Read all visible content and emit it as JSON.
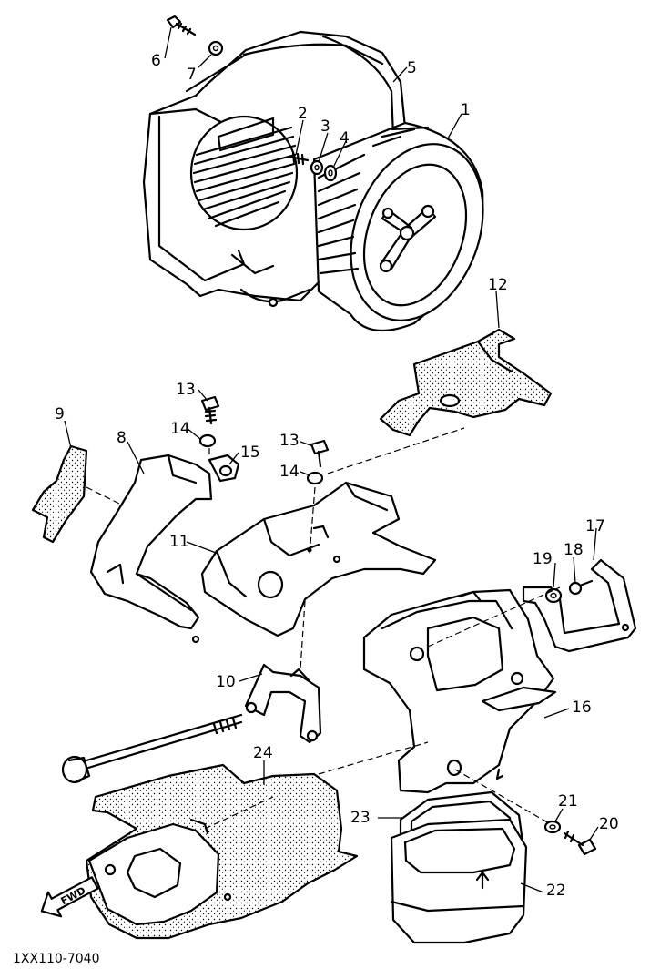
{
  "diagram": {
    "part_labels": {
      "p1": "1",
      "p2": "2",
      "p3": "3",
      "p4": "4",
      "p5": "5",
      "p6": "6",
      "p7": "7",
      "p8": "8",
      "p9": "9",
      "p10": "10",
      "p11": "11",
      "p12": "12",
      "p13a": "13",
      "p13b": "13",
      "p14a": "14",
      "p14b": "14",
      "p15": "15",
      "p16": "16",
      "p17": "17",
      "p18": "18",
      "p19": "19",
      "p20": "20",
      "p21": "21",
      "p22": "22",
      "p23": "23",
      "p24": "24"
    },
    "direction_arrow_label": "FWD",
    "drawing_code": "1XX110-7040"
  }
}
